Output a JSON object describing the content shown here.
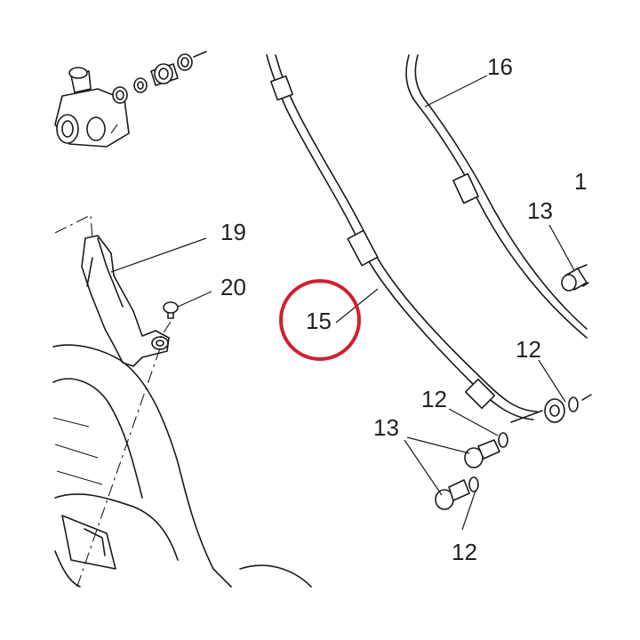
{
  "callouts": {
    "label_16": "16",
    "label_1_partial": "1",
    "label_13_upper": "13",
    "label_19": "19",
    "label_20": "20",
    "label_15": "15",
    "label_12_upper": "12",
    "label_12_middle": "12",
    "label_13_lower": "13",
    "label_12_lower": "12"
  },
  "highlight": {
    "part": "15",
    "color": "#d0202e"
  },
  "colors": {
    "line": "#1a1a1a",
    "background": "#ffffff"
  }
}
